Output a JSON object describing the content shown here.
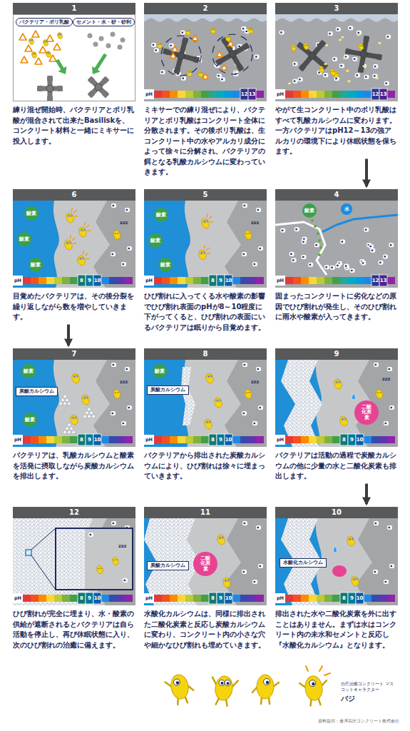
{
  "diagram": {
    "nodes": [
      {
        "text": [
          "1",
          "練り混ぜ開始時、バクテリアとポリ乳酸が混合されて出来たBasiliskを、コンクリート材料と一緒にミキサーに投入します。"
        ]
      },
      {
        "text": [
          "バクテリア・ポリ乳酸"
        ],
        "in": 0
      },
      {
        "text": [
          "セメント・水・砂・砂利"
        ],
        "in": 0
      },
      {
        "text": [
          "2",
          "ミキサーでの練り混ぜにより、バクテリアとポリ乳酸はコンクリート全体に分散されます。その後ポリ乳酸は、生コンクリート中の水やアルカリ成分によって徐々に分解され、バクテリアの餌となる乳酸カルシウムに変わっていきます。"
        ]
      },
      {
        "text": [
          "3",
          "やがて生コンクリート中のポリ乳酸はすべて乳酸カルシウムに変わります。一方バクテリアはpH12～13の強アルカリの環境下により休眠状態を保ちます。"
        ]
      },
      {
        "text": [
          "4",
          "固まったコンクリートに劣化などの原因でひび割れが発生し、そのひび割れに雨水や酸素が入ってきます。"
        ]
      },
      {
        "text": [
          "酸素"
        ],
        "in": 5
      },
      {
        "text": [
          "水"
        ],
        "in": 5
      },
      {
        "text": [
          "5",
          "ひび割れに入ってくる水や酸素の影響でひび割れ表面のpHが8～10程度に下がってくると、ひび割れの表面にいるバクテリアは眠りから目覚めます。"
        ]
      },
      {
        "text": [
          "酸素"
        ],
        "in": 8
      },
      {
        "text": [
          "酸素"
        ],
        "in": 8
      },
      {
        "text": [
          "酸素"
        ],
        "in": 8
      },
      {
        "text": [
          "6",
          "目覚めたバクテリアは、その後分裂を繰り返しながら数を増やしていきます。"
        ]
      },
      {
        "text": [
          "酸素"
        ],
        "in": 12
      },
      {
        "text": [
          "酸素"
        ],
        "in": 12
      },
      {
        "text": [
          "酸素"
        ],
        "in": 12
      },
      {
        "text": [
          "7",
          "バクテリアは、乳酸カルシウムと酸素を活発に摂取しながら炭酸カルシウムを排出します。"
        ]
      },
      {
        "text": [
          "酸素"
        ],
        "in": 16
      },
      {
        "text": [
          "炭酸カルシウム"
        ],
        "in": 16
      },
      {
        "text": [
          "酸素"
        ],
        "in": 16
      },
      {
        "text": [
          "8",
          "バクテリアから排出された炭酸カルシウムにより、ひび割れは徐々に埋まっていきます。"
        ]
      },
      {
        "text": [
          "酸素"
        ],
        "in": 20
      },
      {
        "text": [
          "炭酸カルシウム"
        ],
        "in": 20
      },
      {
        "text": [
          "9",
          "バクテリアは活動の過程で炭酸カルシウムの他に少量の水と二酸化炭素も排出します。"
        ]
      },
      {
        "text": [
          "二酸化炭素"
        ],
        "in": 23
      },
      {
        "text": [
          "10",
          "排出された水や二酸化炭素を外に出すことはありません。まずは水はコンクリート内の未水和セメントと反応し『水酸化カルシウム』となります。"
        ]
      },
      {
        "text": [
          "水酸化カルシウム"
        ],
        "in": 25
      },
      {
        "text": [
          "11",
          "水酸化カルシウムは、同様に排出された二酸化炭素と反応し炭酸カルシウムに変わり、コンクリート内の小さな穴や細かなひび割れも埋めていきます。"
        ]
      },
      {
        "text": [
          "炭酸カルシウム"
        ],
        "in": 27
      },
      {
        "text": [
          "二酸化炭素"
        ],
        "in": 27
      },
      {
        "text": [
          "12",
          "ひび割れが完全に埋まり、水・酸素の供給が遮断されるとバクテリアは自ら活動を停止し、再び休眠状態に入り、次のひび割れの治癒に備えます。"
        ]
      }
    ],
    "edges": [
      {
        "from": 4,
        "to": 5,
        "arrow": "to"
      },
      {
        "from": 12,
        "to": 16,
        "arrow": "to"
      },
      {
        "from": 23,
        "to": 25,
        "arrow": "to"
      }
    ],
    "labels": [
      "pH",
      "12",
      "13",
      "pH",
      "12",
      "13",
      "pH",
      "12",
      "13",
      "pH",
      "8",
      "9",
      "10",
      "pH",
      "8",
      "9",
      "10",
      "pH",
      "8",
      "9",
      "10",
      "pH",
      "8",
      "9",
      "10",
      "pH",
      "8",
      "9",
      "10",
      "pH",
      "8",
      "9",
      "10",
      "pH",
      "8",
      "9",
      "10",
      "pH",
      "8",
      "9",
      "10",
      "zzz",
      "zzz",
      "zzz",
      "zzz",
      "zzz",
      "zzz",
      "自己治癒コンクリート マスコットキャラクター",
      "バジ",
      "資料提供：會澤高圧コンクリート株式会社"
    ]
  }
}
